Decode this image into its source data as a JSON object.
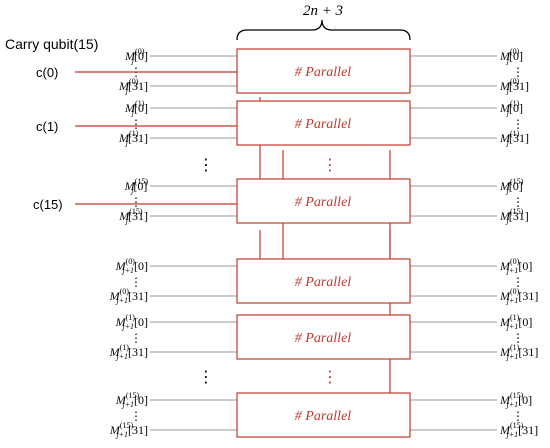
{
  "header": {
    "gate_count": "2n + 3",
    "carry_title": "Carry qubit(15)"
  },
  "carry_inputs": [
    "c(0)",
    "c(1)",
    "c(15)"
  ],
  "box_label": "# Parallel",
  "ellipsis": "⋮",
  "groups": [
    {
      "base": "M",
      "sub": "j",
      "sup": "(0)",
      "top_index": "[0]",
      "bottom_index": "[31]"
    },
    {
      "base": "M",
      "sub": "j",
      "sup": "(1)",
      "top_index": "[0]",
      "bottom_index": "[31]"
    },
    {
      "base": "M",
      "sub": "j",
      "sup": "(15)",
      "top_index": "[0]",
      "bottom_index": "[31]"
    },
    {
      "base": "M",
      "sub": "j+1",
      "sup": "(0)",
      "top_index": "[0]",
      "bottom_index": "[31]"
    },
    {
      "base": "M",
      "sub": "j+1",
      "sup": "(1)",
      "top_index": "[0]",
      "bottom_index": "[31]"
    },
    {
      "base": "M",
      "sub": "j+1",
      "sup": "(15)",
      "top_index": "[0]",
      "bottom_index": "[31]"
    }
  ],
  "colors": {
    "accent": "#c0392b",
    "wire": "#9a9a9a"
  }
}
